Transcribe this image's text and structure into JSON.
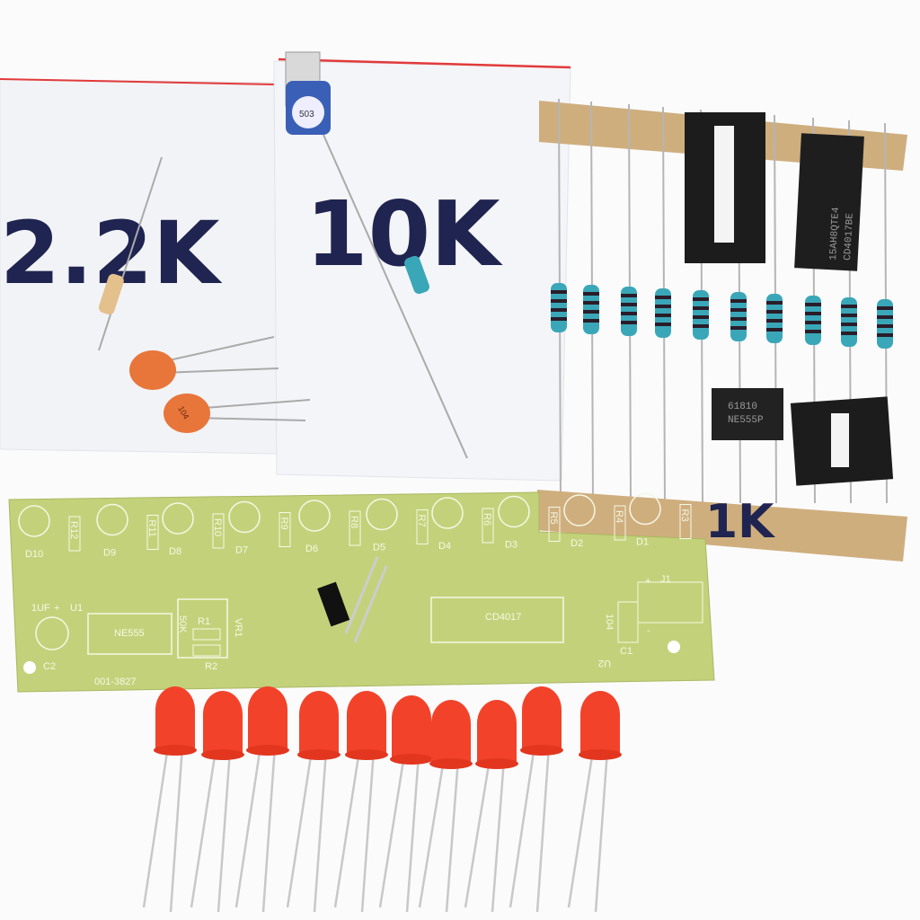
{
  "bags": {
    "left_label": "2.2K",
    "middle_label": "10K",
    "right_tape_label": "1K",
    "trimmer_marking": "503",
    "capacitor_marking": "104"
  },
  "pcb": {
    "led_labels": [
      "D10",
      "D9",
      "D8",
      "D7",
      "D6",
      "D5",
      "D4",
      "D3",
      "D2",
      "D1"
    ],
    "resistor_labels": [
      "R12",
      "R11",
      "R10",
      "R9",
      "R8",
      "R7",
      "R6",
      "R5",
      "R4",
      "R3"
    ],
    "cap_value": "1UF",
    "plus_sign": "+",
    "u1": "U1",
    "c2": "C2",
    "ne555": "NE555",
    "pot_value": "50K",
    "vr1": "VR1",
    "r1": "R1",
    "r2": "R2",
    "cd4017": "CD4017",
    "c1_value": "104",
    "c1": "C1",
    "u2": "U2",
    "j1": "J1",
    "minus_sign": "-",
    "part_code": "001-3827"
  },
  "chips": {
    "cd4017_line1": "15AH8QTE4",
    "cd4017_line2": "CD4017BE",
    "ne555_line1": "61810",
    "ne555_line2": "NE555P"
  },
  "colors": {
    "pcb": "#c3d27a",
    "led": "#f2432a",
    "resistor": "#3aa7b8",
    "tape": "#cfae7e",
    "ink": "#1f2450"
  }
}
